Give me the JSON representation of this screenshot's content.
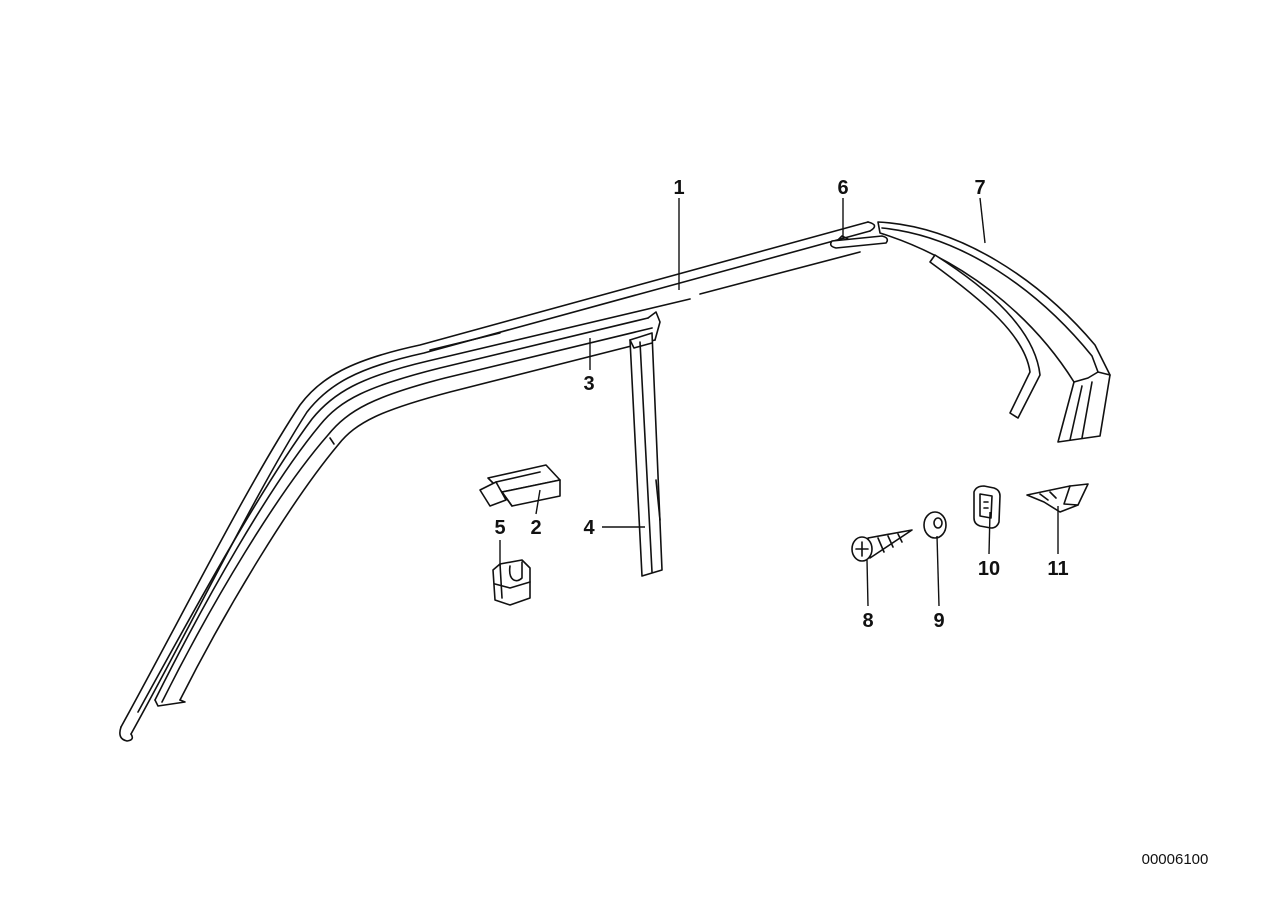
{
  "diagram": {
    "callouts": [
      "1",
      "2",
      "3",
      "4",
      "5",
      "6",
      "7",
      "8",
      "9",
      "10",
      "11"
    ],
    "catalog_number": "00006100"
  }
}
